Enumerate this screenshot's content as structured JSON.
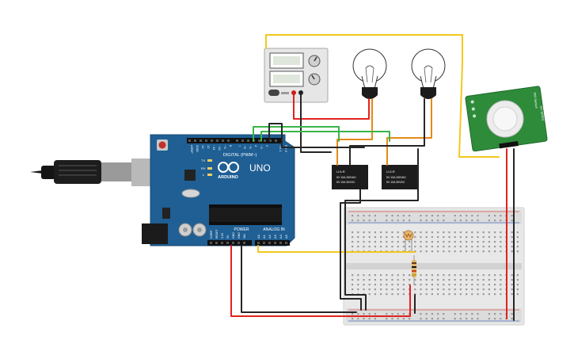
{
  "arduino": {
    "brand": "ARDUINO",
    "model": "UNO",
    "digital_header": "DIGITAL (PWM~)",
    "power_header": "POWER",
    "analog_header": "ANALOG IN",
    "led_labels": [
      "TX",
      "RX",
      "L"
    ],
    "digital_pins": [
      "AREF",
      "GND",
      "13",
      "12",
      "~11",
      "~10",
      "~9",
      "8",
      "7",
      "~6",
      "~5",
      "4",
      "~3",
      "2",
      "TX 1",
      "RX 0"
    ],
    "power_pins": [
      "IOREF",
      "RESET",
      "3.3V",
      "5V",
      "GND",
      "GND",
      "VIN"
    ],
    "analog_pins": [
      "A0",
      "A1",
      "A2",
      "A3",
      "A4",
      "A5"
    ]
  },
  "relays": [
    {
      "id": "relay-1",
      "text": [
        "U-5-R",
        "5V 10A 250VAC",
        "5V 10A 30VDC"
      ]
    },
    {
      "id": "relay-2",
      "text": [
        "U-5-R",
        "5V 10A 250VAC",
        "5V 10A 30VDC"
      ]
    }
  ],
  "pir": {
    "text": [
      "PIR Sensor",
      "HC-SR501"
    ]
  },
  "colors": {
    "board": "#1f5f94",
    "wire_red": "#e0231f",
    "wire_black": "#262626",
    "wire_green": "#39b54a",
    "wire_orange": "#e58a16",
    "wire_yellow": "#f2c81e"
  }
}
